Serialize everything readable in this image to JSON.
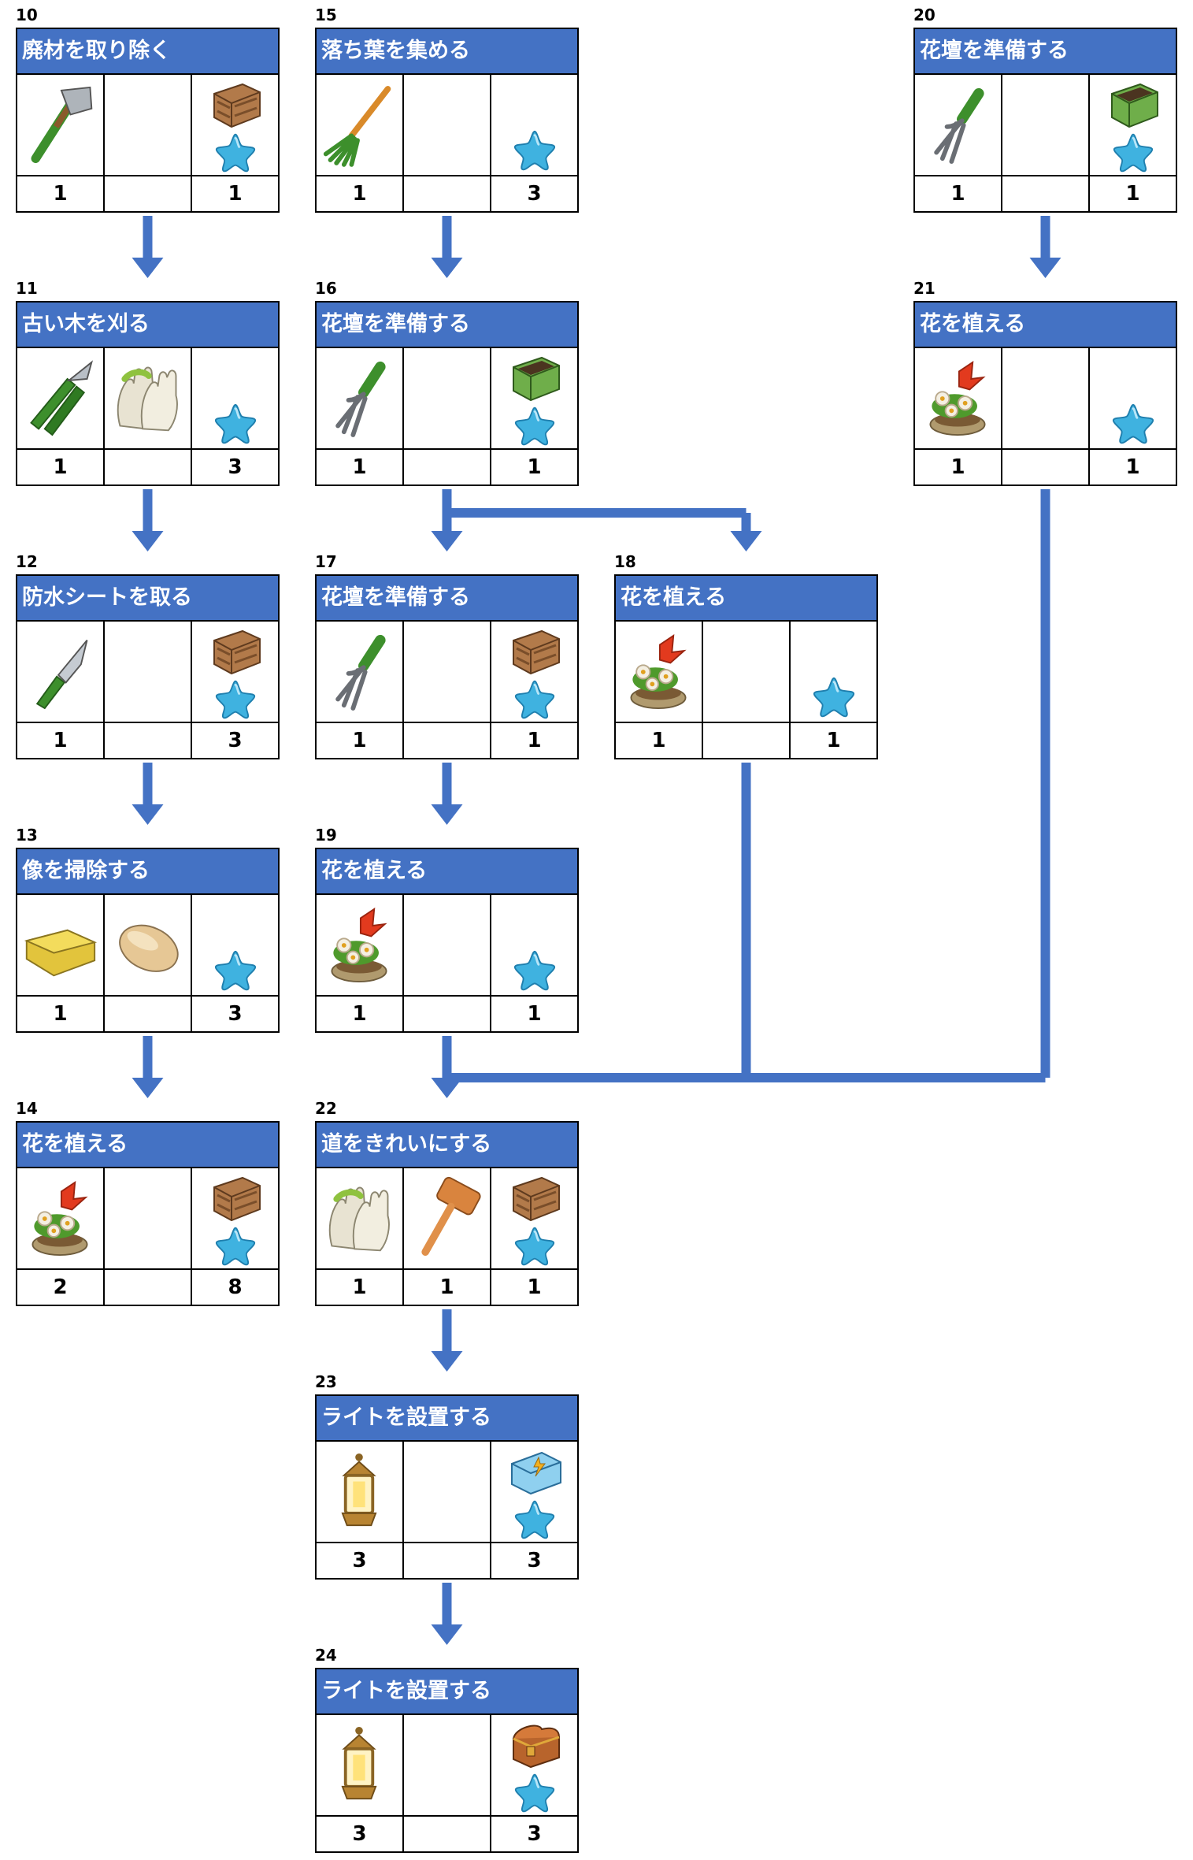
{
  "colors": {
    "header": "#4472c4",
    "arrow": "#4472c4",
    "star": "#3fb2e0"
  },
  "tasks": [
    {
      "id": "t10",
      "number": "10",
      "title": "廃材を取り除く",
      "tool1": "axe-icon",
      "tool2": "",
      "reward_item": "wooden-crate-icon",
      "count1": "1",
      "count2": "",
      "count3": "1"
    },
    {
      "id": "t11",
      "number": "11",
      "title": "古い木を刈る",
      "tool1": "pruning-shears-icon",
      "tool2": "gloves-icon",
      "reward_item": "",
      "count1": "1",
      "count2": "",
      "count3": "3"
    },
    {
      "id": "t12",
      "number": "12",
      "title": "防水シートを取る",
      "tool1": "knife-icon",
      "tool2": "",
      "reward_item": "wooden-crate-icon",
      "count1": "1",
      "count2": "",
      "count3": "3"
    },
    {
      "id": "t13",
      "number": "13",
      "title": "像を掃除する",
      "tool1": "sponge-icon",
      "tool2": "soap-icon",
      "reward_item": "",
      "count1": "1",
      "count2": "",
      "count3": "3"
    },
    {
      "id": "t14",
      "number": "14",
      "title": "花を植える",
      "tool1": "flower-pot-icon",
      "tool2": "",
      "reward_item": "wooden-crate-icon",
      "count1": "2",
      "count2": "",
      "count3": "8"
    },
    {
      "id": "t15",
      "number": "15",
      "title": "落ち葉を集める",
      "tool1": "rake-icon",
      "tool2": "",
      "reward_item": "",
      "count1": "1",
      "count2": "",
      "count3": "3"
    },
    {
      "id": "t16",
      "number": "16",
      "title": "花壇を準備する",
      "tool1": "hand-fork-icon",
      "tool2": "",
      "reward_item": "green-crate-icon",
      "count1": "1",
      "count2": "",
      "count3": "1"
    },
    {
      "id": "t17",
      "number": "17",
      "title": "花壇を準備する",
      "tool1": "hand-fork-icon",
      "tool2": "",
      "reward_item": "wooden-crate-icon",
      "count1": "1",
      "count2": "",
      "count3": "1"
    },
    {
      "id": "t19",
      "number": "19",
      "title": "花を植える",
      "tool1": "flower-pot-icon",
      "tool2": "",
      "reward_item": "",
      "count1": "1",
      "count2": "",
      "count3": "1"
    },
    {
      "id": "t22",
      "number": "22",
      "title": "道をきれいにする",
      "tool1": "gloves-icon",
      "tool2": "mallet-icon",
      "reward_item": "wooden-crate-icon",
      "count1": "1",
      "count2": "1",
      "count3": "1"
    },
    {
      "id": "t23",
      "number": "23",
      "title": "ライトを設置する",
      "tool1": "lantern-icon",
      "tool2": "",
      "reward_item": "blue-chest-icon",
      "count1": "3",
      "count2": "",
      "count3": "3"
    },
    {
      "id": "t24",
      "number": "24",
      "title": "ライトを設置する",
      "tool1": "lantern-icon",
      "tool2": "",
      "reward_item": "treasure-chest-icon",
      "count1": "3",
      "count2": "",
      "count3": "3"
    },
    {
      "id": "t18",
      "number": "18",
      "title": "花を植える",
      "tool1": "flower-pot-icon",
      "tool2": "",
      "reward_item": "",
      "count1": "1",
      "count2": "",
      "count3": "1"
    },
    {
      "id": "t20",
      "number": "20",
      "title": "花壇を準備する",
      "tool1": "hand-fork-icon",
      "tool2": "",
      "reward_item": "green-crate-icon",
      "count1": "1",
      "count2": "",
      "count3": "1"
    },
    {
      "id": "t21",
      "number": "21",
      "title": "花を植える",
      "tool1": "flower-pot-icon",
      "tool2": "",
      "reward_item": "",
      "count1": "1",
      "count2": "",
      "count3": "1"
    }
  ]
}
